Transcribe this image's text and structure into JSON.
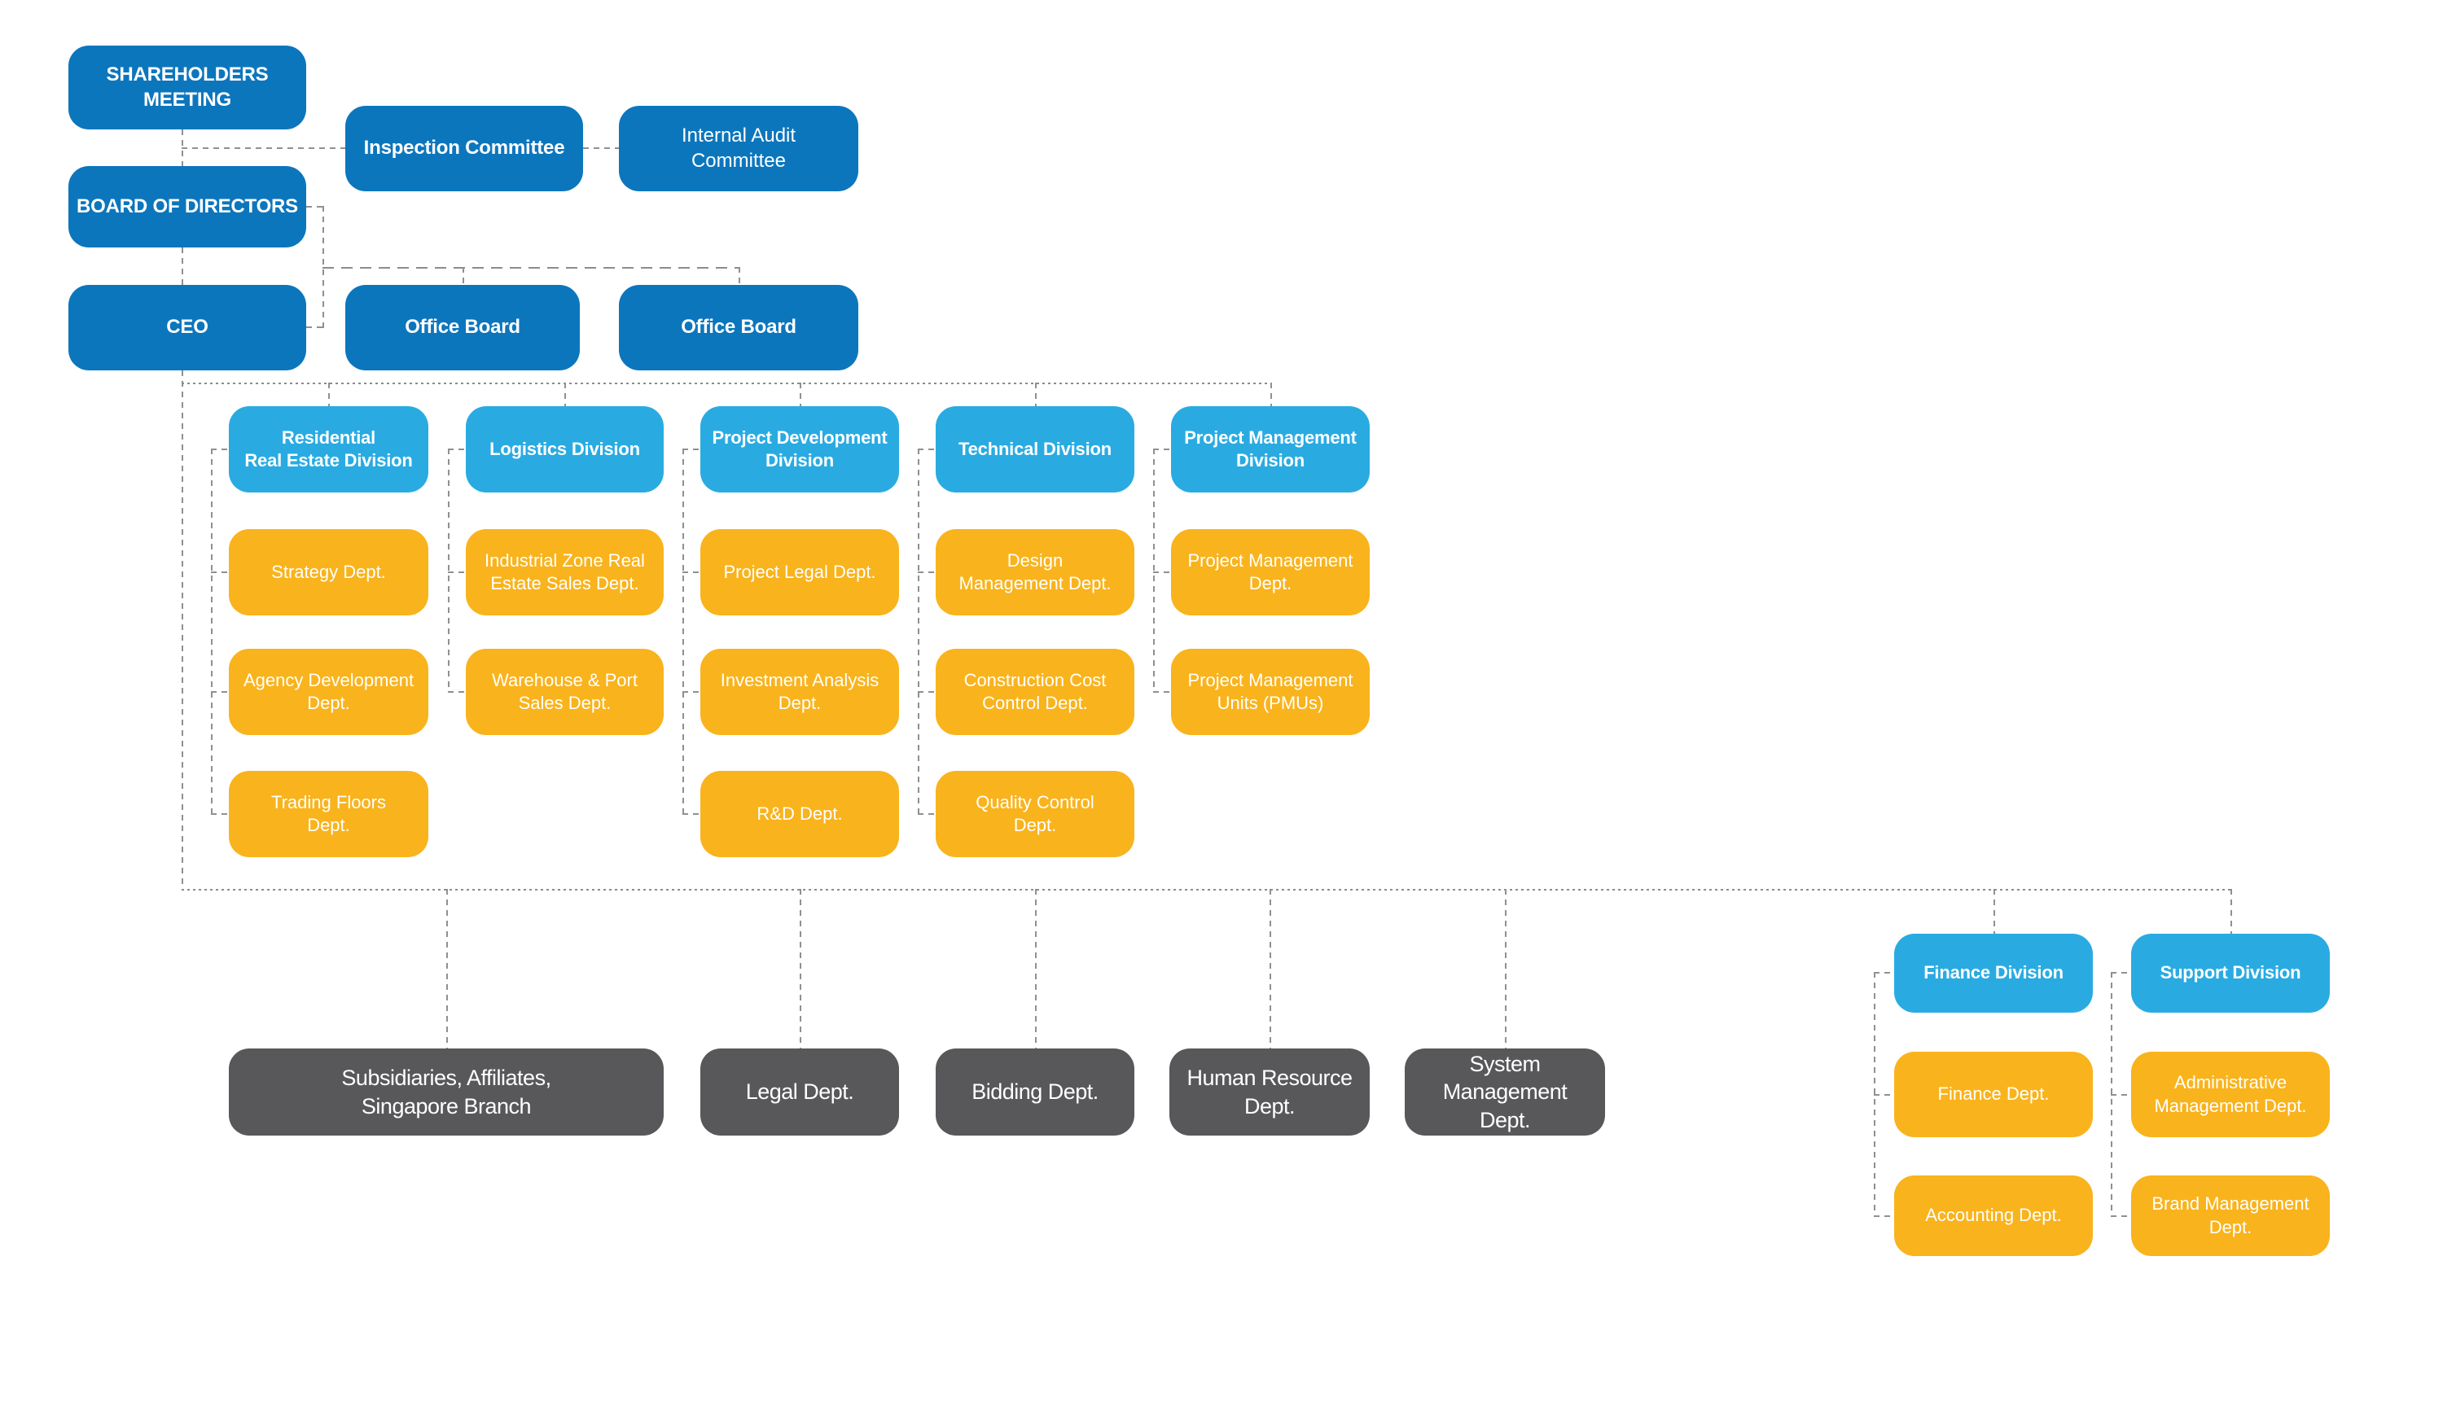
{
  "org_chart": {
    "governance": {
      "shareholders_meeting": "SHAREHOLDERS\nMEETING",
      "inspection_committee": "Inspection Committee",
      "internal_audit_committee": "Internal Audit\nCommittee",
      "board_of_directors": "BOARD OF DIRECTORS",
      "ceo": "CEO",
      "office_board_1": "Office Board",
      "office_board_2": "Office Board"
    },
    "divisions": [
      {
        "name": "Residential\nReal Estate Division",
        "departments": [
          "Strategy Dept.",
          "Agency Development\nDept.",
          "Trading Floors\nDept."
        ]
      },
      {
        "name": "Logistics Division",
        "departments": [
          "Industrial Zone Real\nEstate Sales Dept.",
          "Warehouse & Port\nSales Dept."
        ]
      },
      {
        "name": "Project Development\nDivision",
        "departments": [
          "Project Legal Dept.",
          "Investment Analysis\nDept.",
          "R&D Dept."
        ]
      },
      {
        "name": "Technical Division",
        "departments": [
          "Design\nManagement Dept.",
          "Construction Cost\nControl Dept.",
          "Quality Control\nDept."
        ]
      },
      {
        "name": "Project Management\nDivision",
        "departments": [
          "Project Management\nDept.",
          "Project Management\nUnits (PMUs)"
        ]
      }
    ],
    "direct_units": [
      "Subsidiaries, Affiliates,\nSingapore Branch",
      "Legal Dept.",
      "Bidding Dept.",
      "Human Resource\nDept.",
      "System Management\nDept."
    ],
    "right_divisions": [
      {
        "name": "Finance Division",
        "departments": [
          "Finance Dept.",
          "Accounting Dept."
        ]
      },
      {
        "name": "Support Division",
        "departments": [
          "Administrative\nManagement Dept.",
          "Brand Management\nDept."
        ]
      }
    ],
    "colors": {
      "executive_box": "#0c76bd",
      "division_box": "#29abe2",
      "department_box": "#f9b31c",
      "unit_box": "#58585a",
      "connector": "#909090",
      "text": "#ffffff",
      "background": "#ffffff"
    }
  }
}
